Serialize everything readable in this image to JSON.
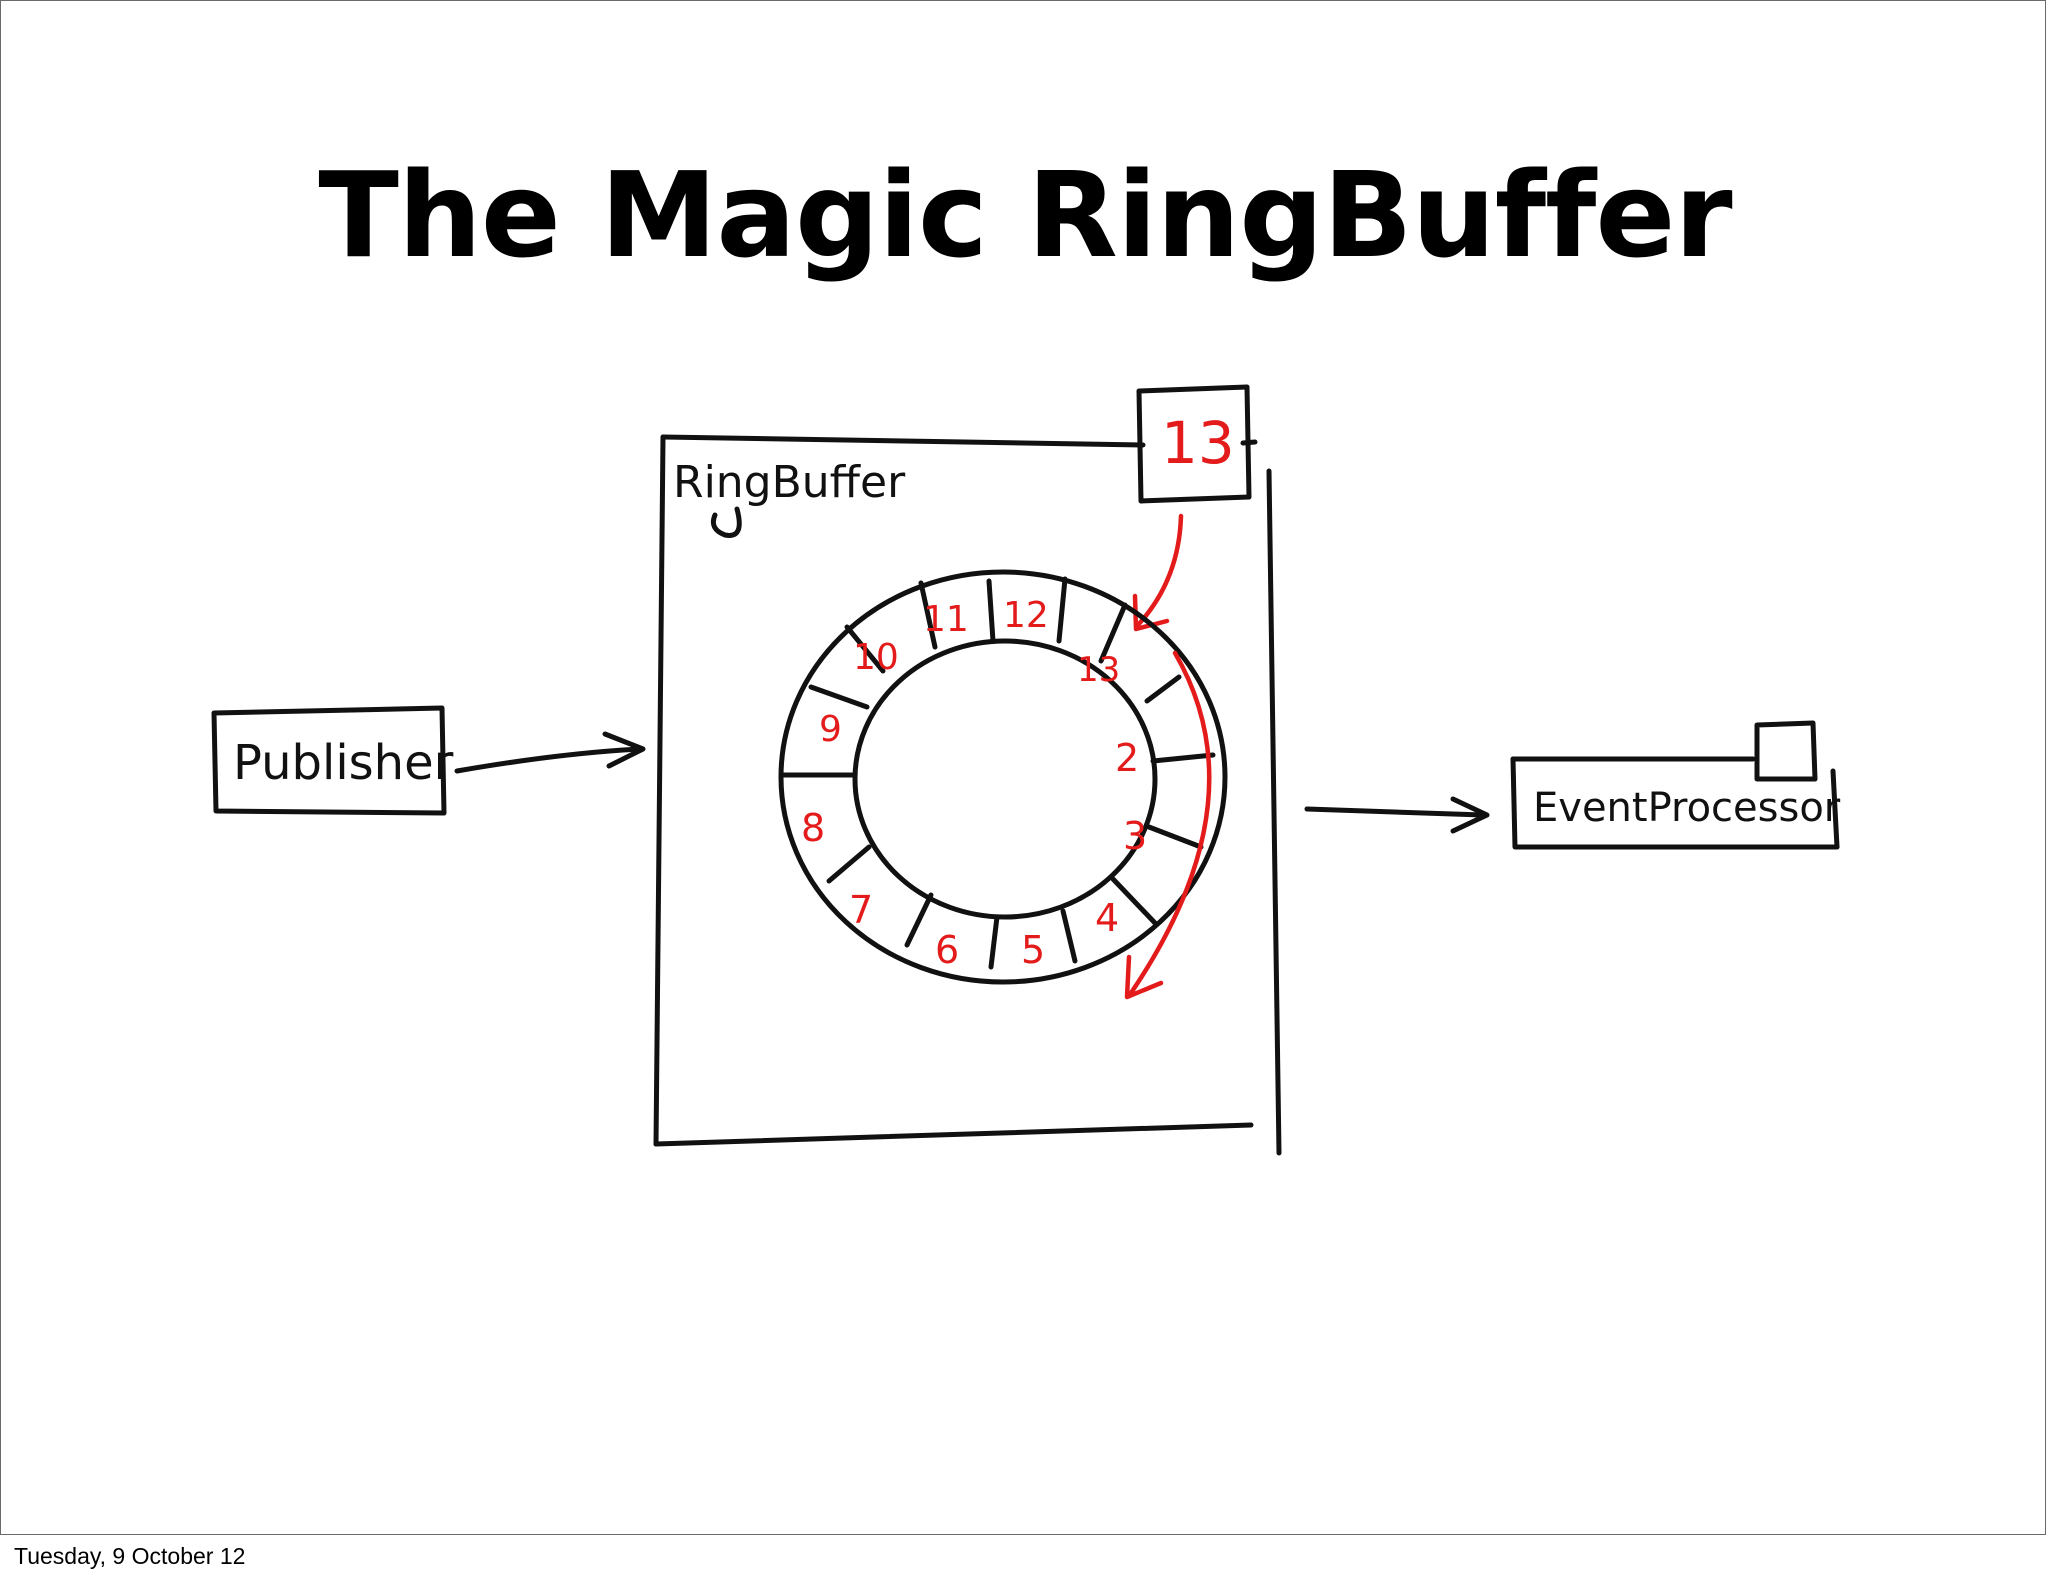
{
  "slide": {
    "title": "The Magic RingBuffer",
    "footer": "Tuesday, 9 October 12"
  },
  "diagram": {
    "publisher_label": "Publisher",
    "ringbuffer_label": "RingBuffer",
    "cursor_value": "13",
    "event_processor_label": "EventProcessor",
    "slots": [
      "10",
      "11",
      "12",
      "13",
      "2",
      "3",
      "4",
      "5",
      "6",
      "7",
      "8",
      "9"
    ],
    "colors": {
      "ink": "#111111",
      "highlight": "#e31b1b"
    }
  }
}
